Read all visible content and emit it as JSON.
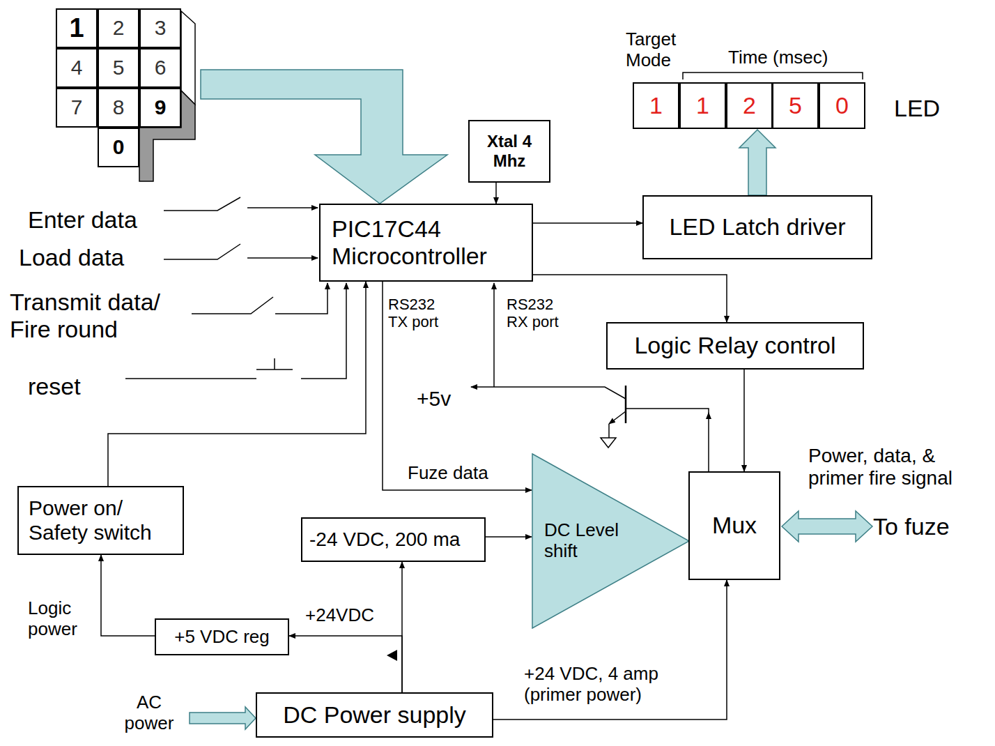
{
  "diagram": {
    "nodes": [
      {
        "text": [
          "1"
        ]
      },
      {
        "text": [
          "2"
        ]
      },
      {
        "text": [
          "3"
        ]
      },
      {
        "text": [
          "4"
        ]
      },
      {
        "text": [
          "5"
        ]
      },
      {
        "text": [
          "6"
        ]
      },
      {
        "text": [
          "7"
        ]
      },
      {
        "text": [
          "8"
        ]
      },
      {
        "text": [
          "9"
        ]
      },
      {
        "text": [
          "0"
        ]
      },
      {
        "text": [
          "1"
        ]
      },
      {
        "text": [
          "1"
        ]
      },
      {
        "text": [
          "2"
        ]
      },
      {
        "text": [
          "5"
        ]
      },
      {
        "text": [
          "0"
        ]
      },
      {
        "text": [
          "PIC17C44 Microcontroller"
        ]
      },
      {
        "text": [
          "Xtal 4 Mhz"
        ]
      },
      {
        "text": [
          "LED Latch driver"
        ]
      },
      {
        "text": [
          "Logic Relay control"
        ]
      },
      {
        "text": [
          "Power on/ Safety switch"
        ]
      },
      {
        "text": [
          "-24 VDC, 200 ma"
        ]
      },
      {
        "text": [
          "DC Level shift"
        ]
      },
      {
        "text": [
          "Mux"
        ]
      },
      {
        "text": [
          "+5 VDC reg"
        ]
      },
      {
        "text": [
          "DC Power supply"
        ]
      }
    ],
    "edges": [
      {
        "from": 5,
        "to": 15,
        "arrow": "to"
      },
      {
        "from": 16,
        "to": 15,
        "arrow": "to"
      },
      {
        "from": 15,
        "to": 17,
        "arrow": "to"
      },
      {
        "from": 17,
        "to": 12,
        "arrow": "to"
      },
      {
        "from": 15,
        "to": 18,
        "arrow": "to"
      },
      {
        "from": 18,
        "to": 22,
        "arrow": "to"
      },
      {
        "from": 15,
        "to": 21,
        "label": "Fuze data",
        "arrow": "to"
      },
      {
        "from": 20,
        "to": 21,
        "arrow": "to"
      },
      {
        "from": 19,
        "to": 15,
        "arrow": "to"
      },
      {
        "from": 23,
        "to": 19,
        "label": "Logic power",
        "arrow": "to"
      },
      {
        "from": 24,
        "to": 23,
        "label": "+24VDC",
        "arrow": "to"
      },
      {
        "from": 24,
        "to": 20,
        "arrow": "to"
      },
      {
        "from": 24,
        "to": 22,
        "label": "+24 VDC, 4 amp (primer power)",
        "arrow": "to"
      }
    ],
    "labels": [
      "Target Mode",
      "Time (msec)",
      "LED",
      "Enter data",
      "Load data",
      "Transmit data/ Fire round",
      "reset",
      "RS232 TX port",
      "RS232 RX port",
      "+5v",
      "Power, data, & primer fire signal",
      "To fuze",
      "AC power"
    ]
  }
}
